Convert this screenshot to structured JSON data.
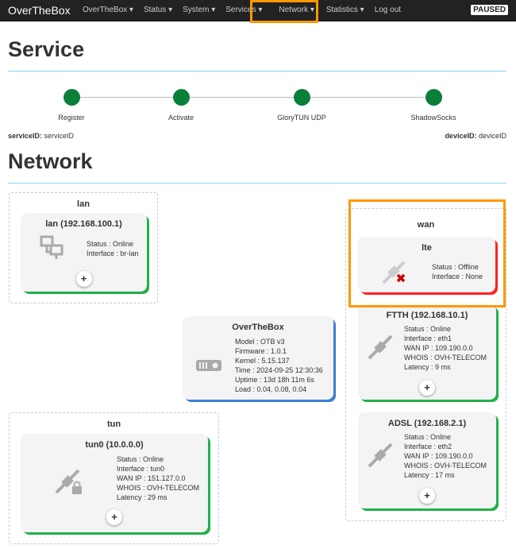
{
  "navbar": {
    "brand": "OverTheBox",
    "menu": [
      "OverTheBox ▾",
      "Status ▾",
      "System ▾",
      "Services ▾",
      "Network ▾",
      "Statistics ▾",
      "Log out"
    ],
    "badge": "PAUSED"
  },
  "service": {
    "title": "Service",
    "steps": [
      "Register",
      "Activate",
      "GloryTUN UDP",
      "ShadowSocks"
    ],
    "step_color": "#0a7f3a",
    "service_id_label": "serviceID:",
    "service_id": "serviceID",
    "device_id_label": "deviceID:",
    "device_id": "deviceID"
  },
  "network": {
    "title": "Network",
    "lan": {
      "zone": "lan",
      "card": {
        "title": "lan (192.168.100.1)",
        "icon": "network-computer-icon",
        "lines": [
          "Status : Online",
          "Interface : br-lan"
        ]
      }
    },
    "box": {
      "title": "OverTheBox",
      "icon": "router-icon",
      "lines": [
        "Model : OTB v3",
        "Firmware : 1.0.1",
        "Kernel : 5.15.137",
        "Time : 2024-09-25 12:30:36",
        "Uptime : 13d 18h 11m 6s",
        "Load : 0.04, 0.08, 0.04"
      ]
    },
    "wan": {
      "zone": "wan",
      "cards": [
        {
          "title": "lte",
          "icon": "plug-offline-icon",
          "status_color": "#ff2222",
          "lines": [
            "Status : Offline",
            "Interface : None"
          ]
        },
        {
          "title": "FTTH (192.168.10.1)",
          "icon": "plug-icon",
          "status_color": "#22b04b",
          "lines": [
            "Status : Online",
            "Interface : eth1",
            "WAN IP : 109.190.0.0",
            "WHOIS : OVH-TELECOM",
            "Latency : 9 ms"
          ]
        },
        {
          "title": "ADSL (192.168.2.1)",
          "icon": "plug-icon",
          "status_color": "#22b04b",
          "lines": [
            "Status : Online",
            "Interface : eth2",
            "WAN IP : 109.190.0.0",
            "WHOIS : OVH-TELECOM",
            "Latency : 17 ms"
          ]
        }
      ]
    },
    "tun": {
      "zone": "tun",
      "card": {
        "title": "tun0 (10.0.0.0)",
        "icon": "plug-lock-icon",
        "lines": [
          "Status : Online",
          "Interface : tun0",
          "WAN IP : 151.127.0.0",
          "WHOIS : OVH-TELECOM",
          "Latency : 29 ms"
        ]
      }
    },
    "expand_label": "+"
  },
  "highlight_color": "#ff9800"
}
